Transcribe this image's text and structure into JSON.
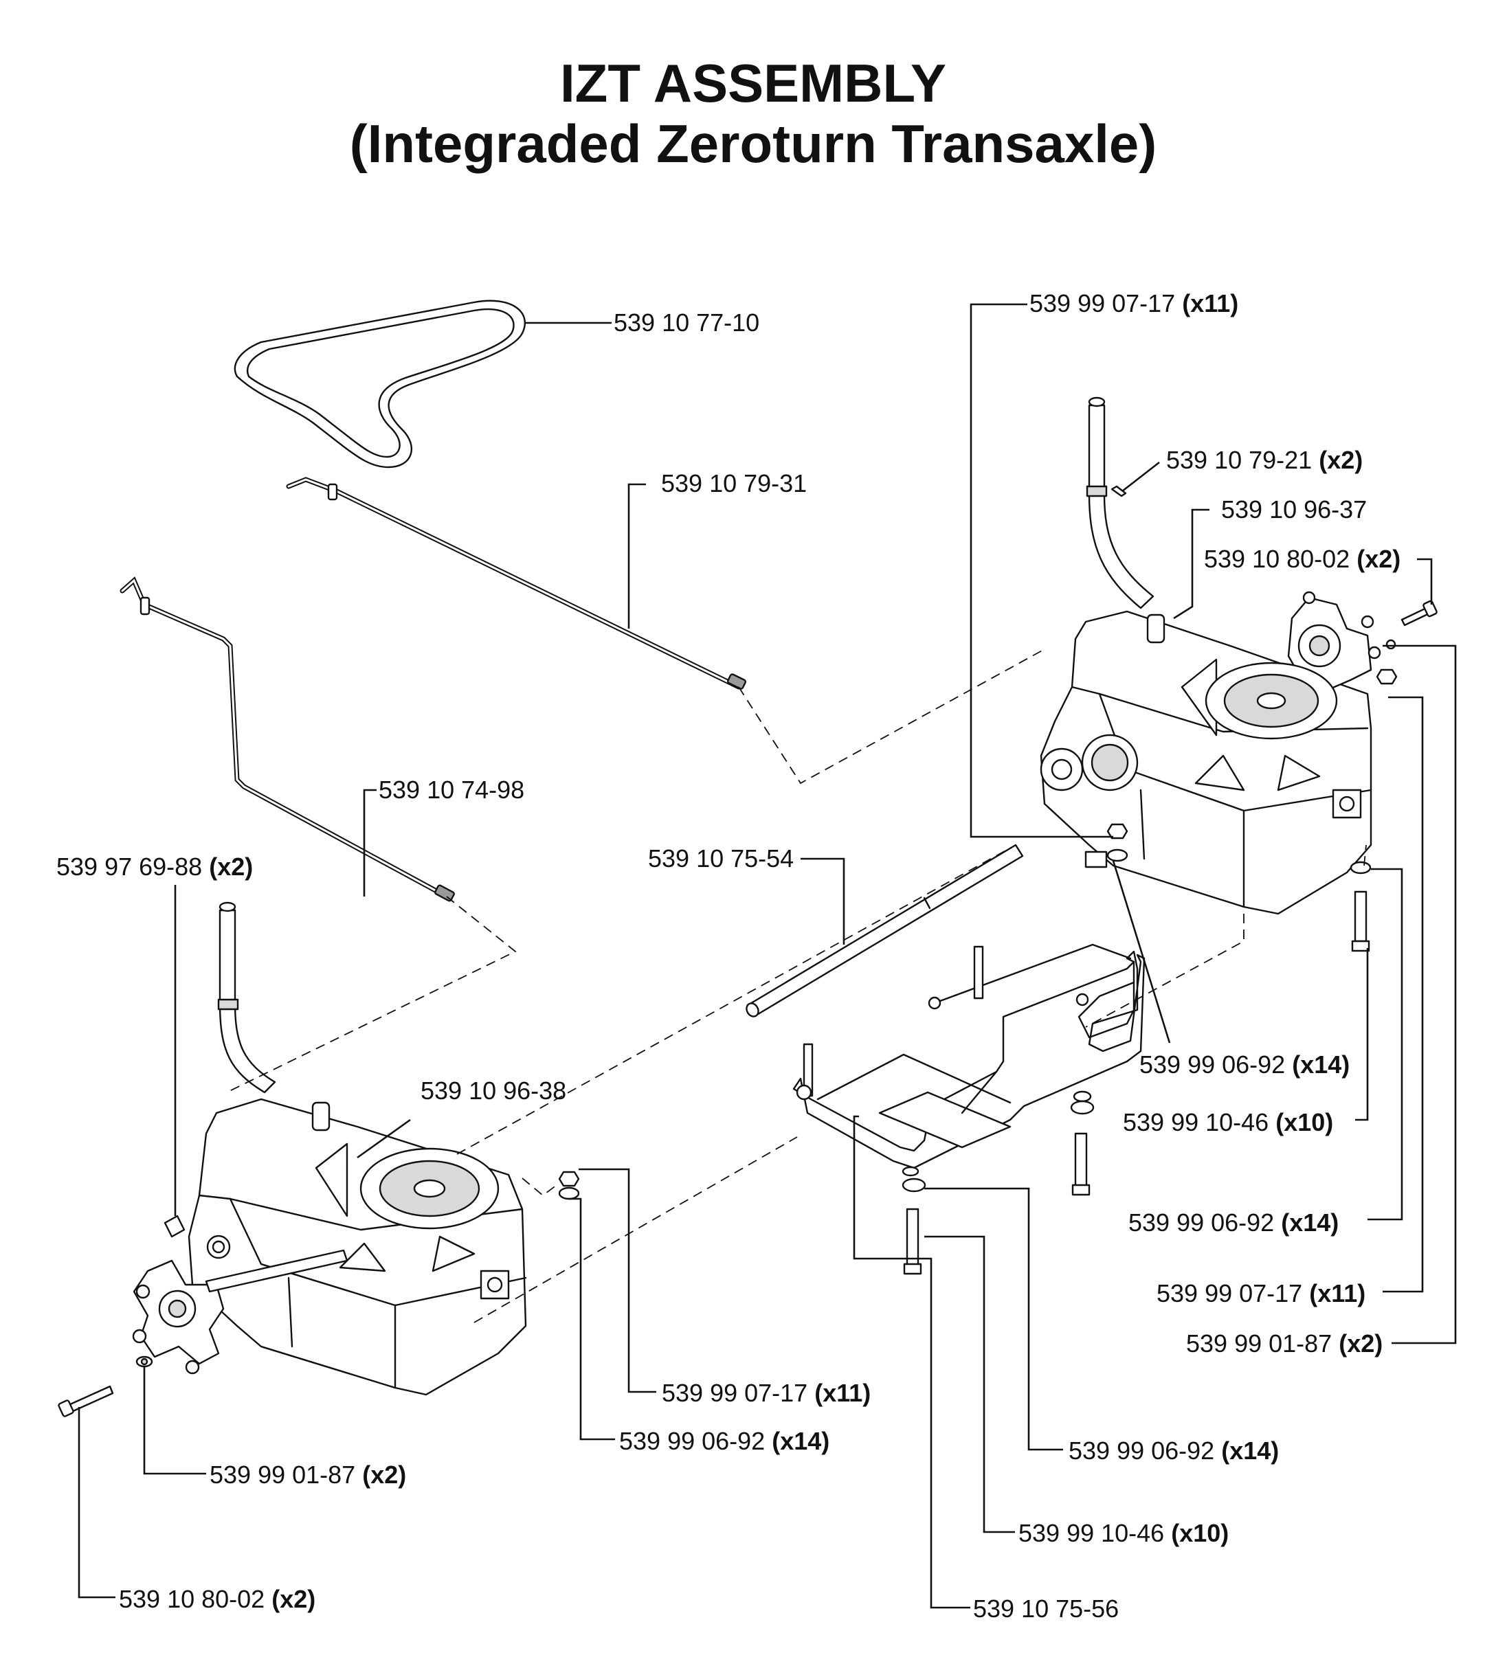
{
  "title": {
    "line1": "IZT ASSEMBLY",
    "line2": "(Integraded Zeroturn Transaxle)"
  },
  "callouts": [
    {
      "id": "belt",
      "part": "539 10 77-10",
      "qty": ""
    },
    {
      "id": "rod-upper",
      "part": "539 10 79-31",
      "qty": ""
    },
    {
      "id": "rod-lower",
      "part": "539 10 74-98",
      "qty": ""
    },
    {
      "id": "left-clip",
      "part": "539 97 69-88",
      "qty": "(x2)"
    },
    {
      "id": "axle-shaft",
      "part": "539 10 75-54",
      "qty": ""
    },
    {
      "id": "right-top-nut",
      "part": "539 99 07-17",
      "qty": "(x11)"
    },
    {
      "id": "right-clip",
      "part": "539 10 79-21",
      "qty": "(x2)"
    },
    {
      "id": "right-transaxle",
      "part": "539 10 96-37",
      "qty": ""
    },
    {
      "id": "right-hub-bolt",
      "part": "539 10 80-02",
      "qty": "(x2)"
    },
    {
      "id": "right-washer-a",
      "part": "539 99 06-92",
      "qty": "(x14)"
    },
    {
      "id": "right-bolt",
      "part": "539 99 10-46",
      "qty": "(x10)"
    },
    {
      "id": "right-washer-b",
      "part": "539 99 06-92",
      "qty": "(x14)"
    },
    {
      "id": "right-nut-b",
      "part": "539 99 07-17",
      "qty": "(x11)"
    },
    {
      "id": "right-lockwasher",
      "part": "539 99 01-87",
      "qty": "(x2)"
    },
    {
      "id": "left-transaxle",
      "part": "539 10 96-38",
      "qty": ""
    },
    {
      "id": "left-nut",
      "part": "539 99 07-17",
      "qty": "(x11)"
    },
    {
      "id": "left-washer",
      "part": "539 99 06-92",
      "qty": "(x14)"
    },
    {
      "id": "left-lockwasher",
      "part": "539 99 01-87",
      "qty": "(x2)"
    },
    {
      "id": "left-hub-bolt",
      "part": "539 10 80-02",
      "qty": "(x2)"
    },
    {
      "id": "frame-washer",
      "part": "539 99 06-92",
      "qty": "(x14)"
    },
    {
      "id": "frame-bolt",
      "part": "539 99 10-46",
      "qty": "(x10)"
    },
    {
      "id": "frame-bracket",
      "part": "539 10 75-56",
      "qty": ""
    }
  ]
}
